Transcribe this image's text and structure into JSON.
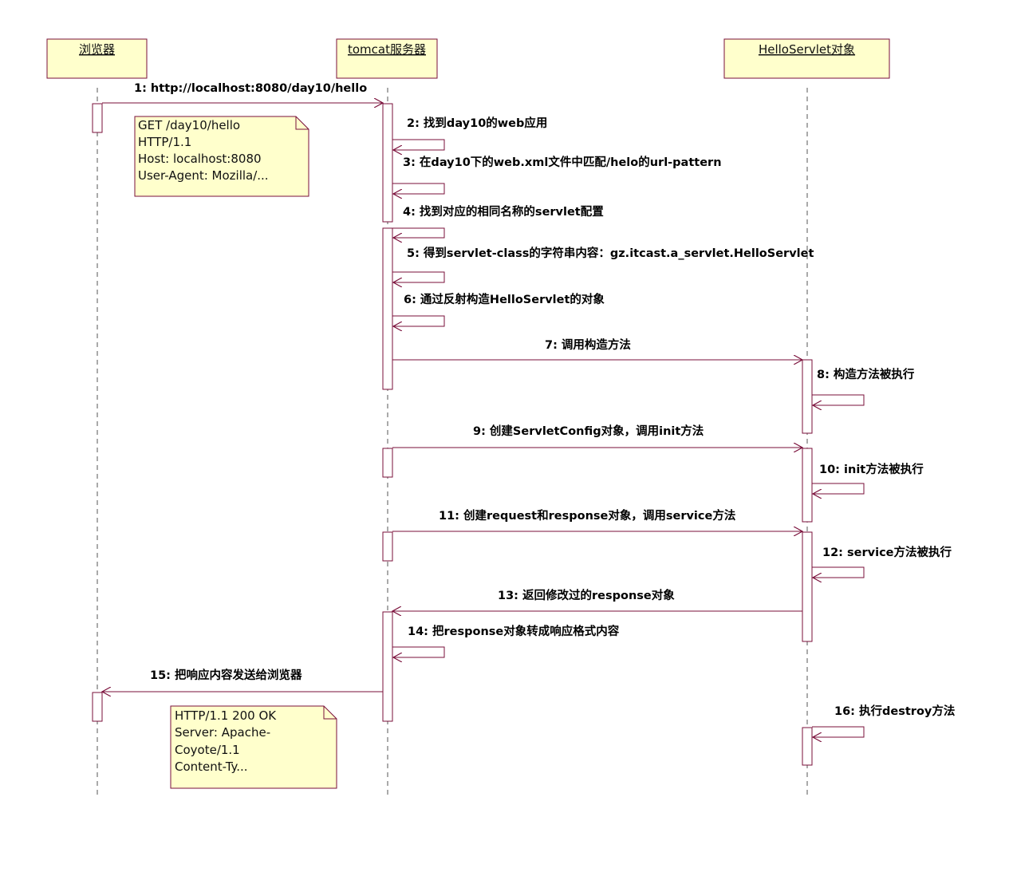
{
  "colors": {
    "box_fill": "#ffffcc",
    "stroke": "#7a0f3a",
    "lifeline": "#555555",
    "text": "#000000"
  },
  "lifelines": [
    {
      "id": "browser",
      "label": "浏览器"
    },
    {
      "id": "tomcat",
      "label": "tomcat服务器"
    },
    {
      "id": "servlet",
      "label": "HelloServlet对象"
    }
  ],
  "messages": [
    {
      "label": "1: http://localhost:8080/day10/hello"
    },
    {
      "label": "2: 找到day10的web应用"
    },
    {
      "label": "3: 在day10下的web.xml文件中匹配/helo的url-pattern"
    },
    {
      "label": "4: 找到对应的相同名称的servlet配置"
    },
    {
      "label": "5: 得到servlet-class的字符串内容：gz.itcast.a_servlet.HelloServlet"
    },
    {
      "label": "6: 通过反射构造HelloServlet的对象"
    },
    {
      "label": "7: 调用构造方法"
    },
    {
      "label": "8: 构造方法被执行"
    },
    {
      "label": "9: 创建ServletConfig对象，调用init方法"
    },
    {
      "label": "10: init方法被执行"
    },
    {
      "label": "11: 创建request和response对象，调用service方法"
    },
    {
      "label": "12: service方法被执行"
    },
    {
      "label": "13: 返回修改过的response对象"
    },
    {
      "label": "14: 把response对象转成响应格式内容"
    },
    {
      "label": "15: 把响应内容发送给浏览器"
    },
    {
      "label": "16: 执行destroy方法"
    }
  ],
  "notes": [
    {
      "lines": [
        "GET /day10/hello",
        "HTTP/1.1",
        "Host: localhost:8080",
        "User-Agent: Mozilla/..."
      ]
    },
    {
      "lines": [
        "HTTP/1.1 200 OK",
        "Server: Apache-",
        "Coyote/1.1",
        "Content-Ty..."
      ]
    }
  ]
}
